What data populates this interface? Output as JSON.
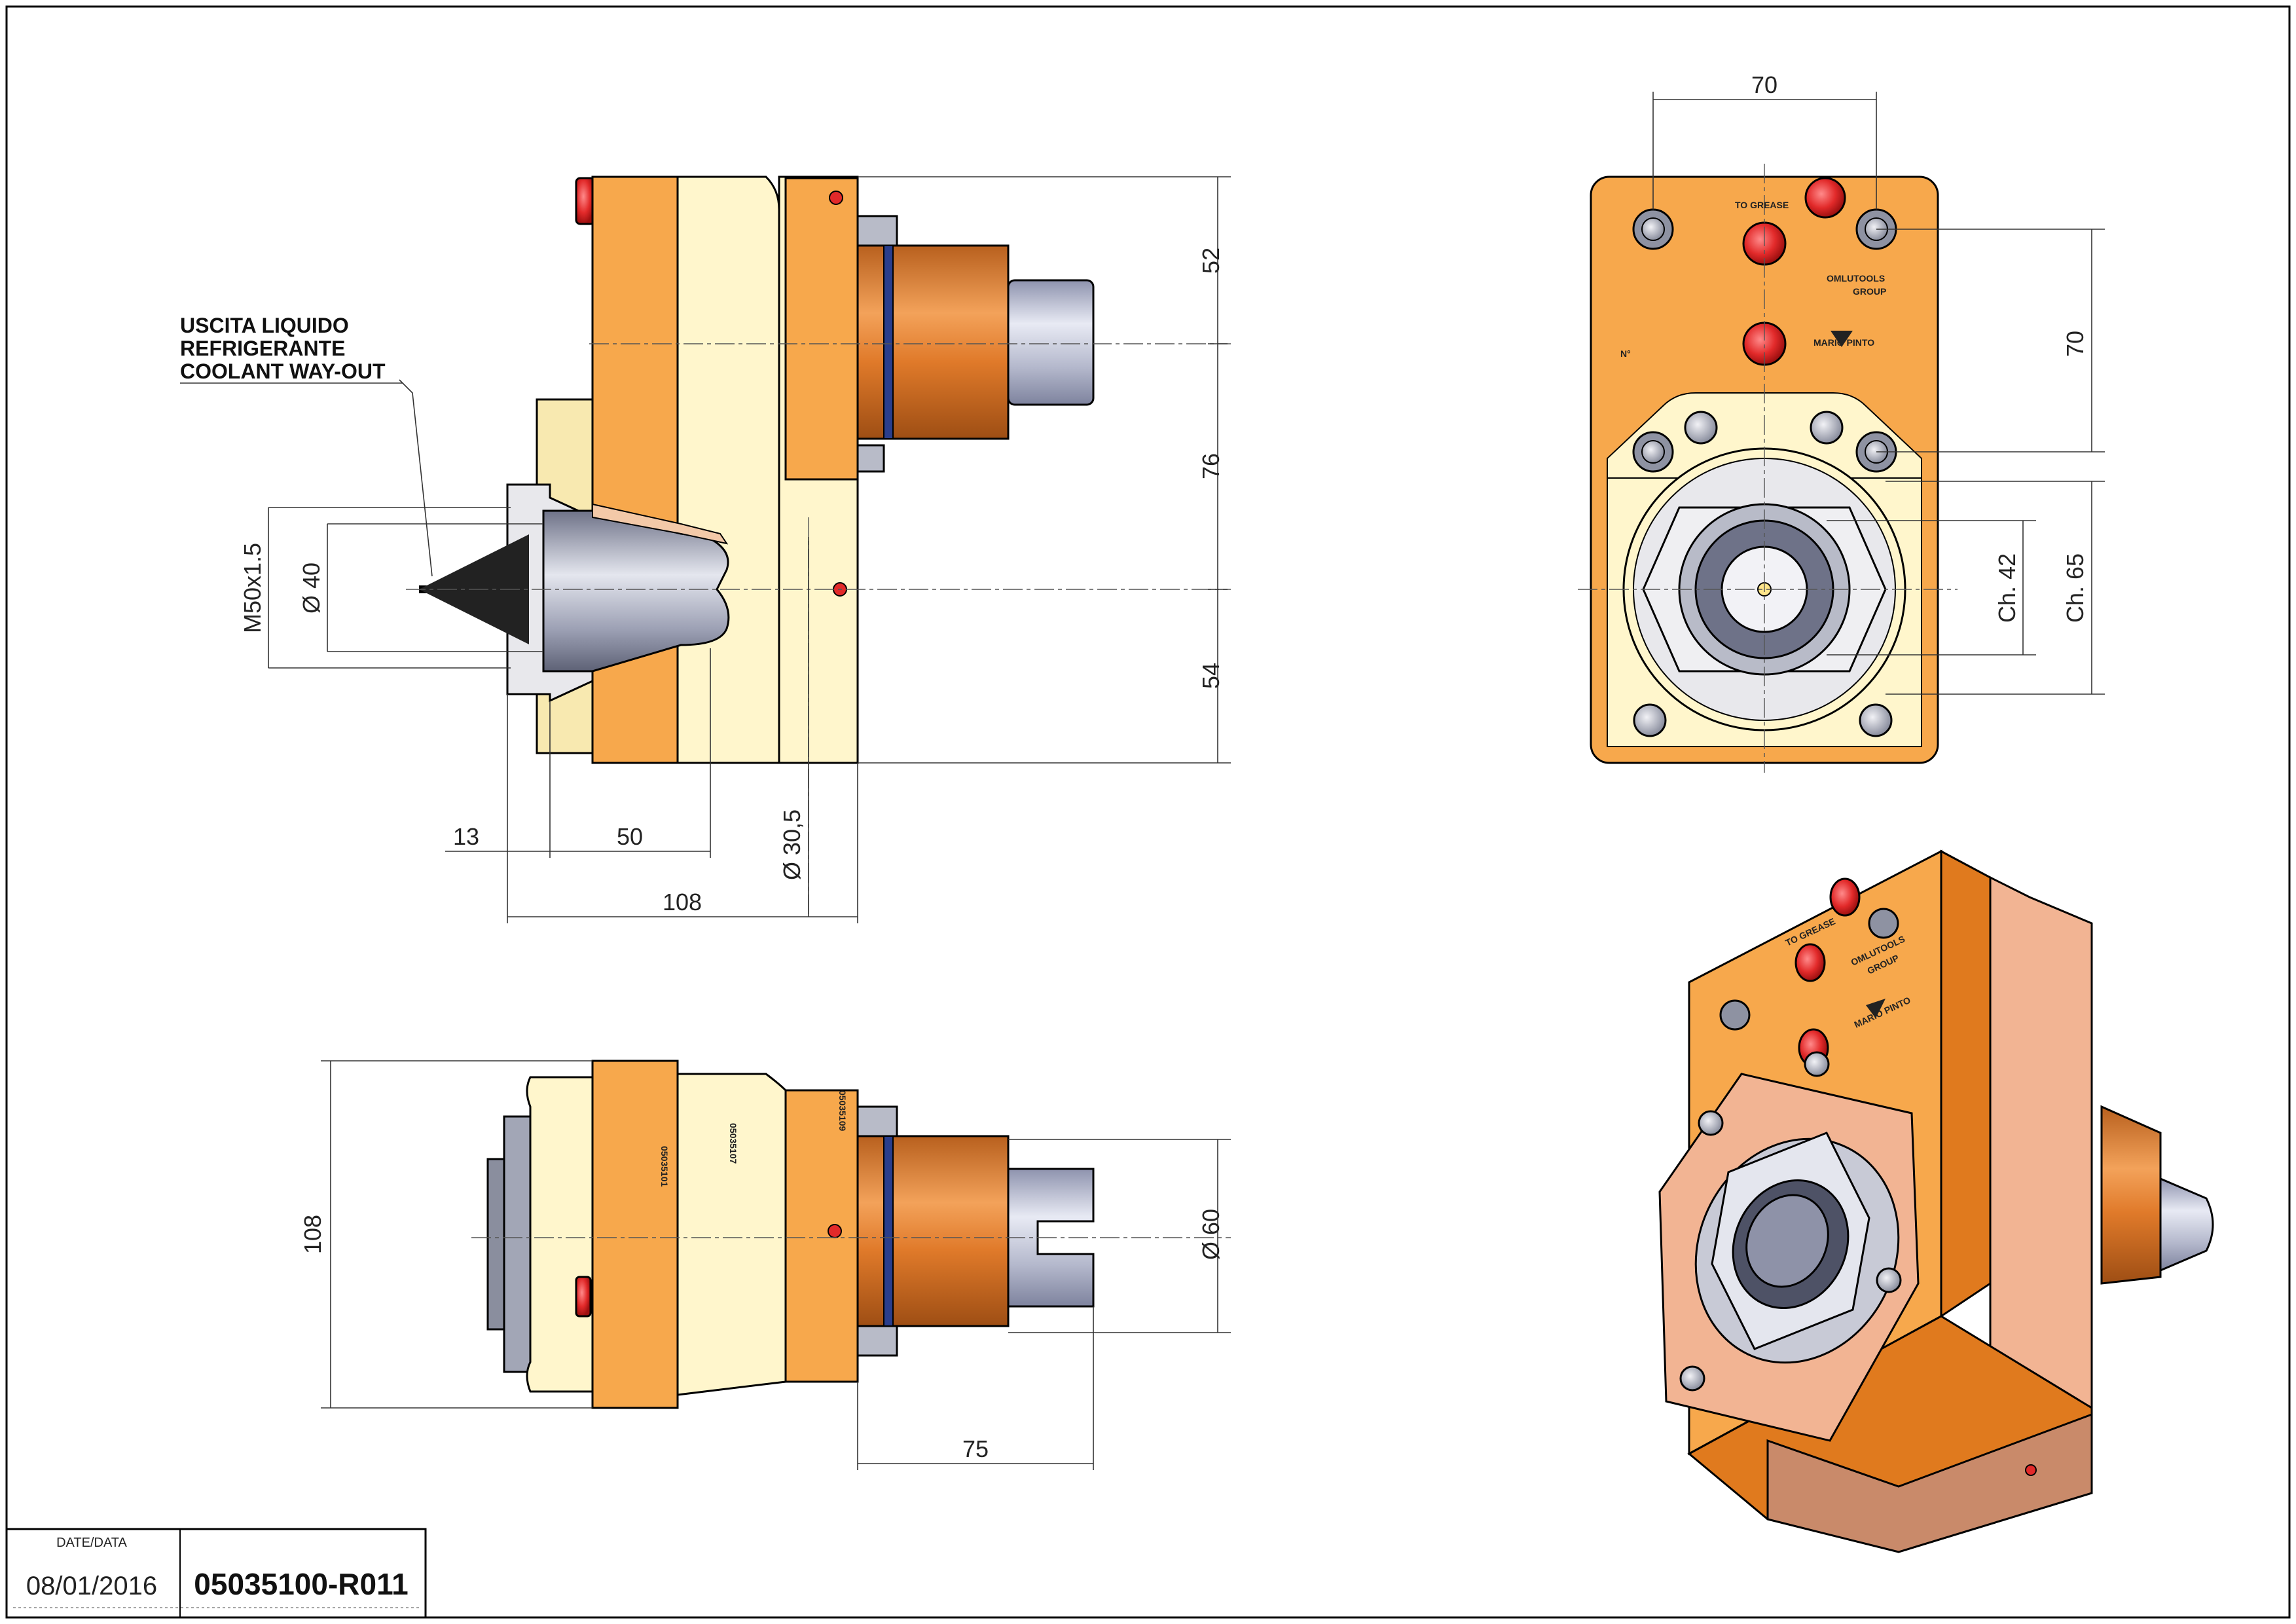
{
  "colors": {
    "orange_main": "#F7A84C",
    "orange_dark": "#E07A1E",
    "cream": "#FFF6CC",
    "cream_dark": "#F8E9B0",
    "copper": "#D7782C",
    "steel": "#C0C4D6",
    "red_fitting": "#E22A2A",
    "salmon": "#F2B493"
  },
  "coolant_note": {
    "line1": "USCITA LIQUIDO",
    "line2": "REFRIGERANTE",
    "line3": "COOLANT WAY-OUT"
  },
  "side_view_dims": {
    "h_top": "52",
    "h_mid": "76",
    "h_bottom": "54",
    "thread": "M50x1.5",
    "dia_collet": "Ø 40",
    "len_13": "13",
    "len_50": "50",
    "dia_30": "Ø 30,5",
    "len_108": "108"
  },
  "bottom_view_dims": {
    "height_108": "108",
    "dia_60": "Ø 60",
    "len_75": "75"
  },
  "front_view_dims": {
    "width_70": "70",
    "height_70": "70",
    "ch42": "Ch. 42",
    "ch65": "Ch. 65"
  },
  "front_view_labels": {
    "to_grease": "TO GREASE",
    "logo_line": "OMLUTOOLS",
    "group": "GROUP",
    "brand": "MARIO PINTO",
    "n_label": "N°"
  },
  "iso_labels": {
    "to_grease": "TO GREASE",
    "logo_line": "OMLUTOOLS",
    "group": "GROUP",
    "brand": "MARIO PINTO"
  },
  "part_engravings": {
    "a": "05035101",
    "b": "05035107",
    "c": "05035109"
  },
  "title_block": {
    "date_label": "DATE/DATA",
    "date": "08/01/2016",
    "code": "05035100-R011"
  }
}
